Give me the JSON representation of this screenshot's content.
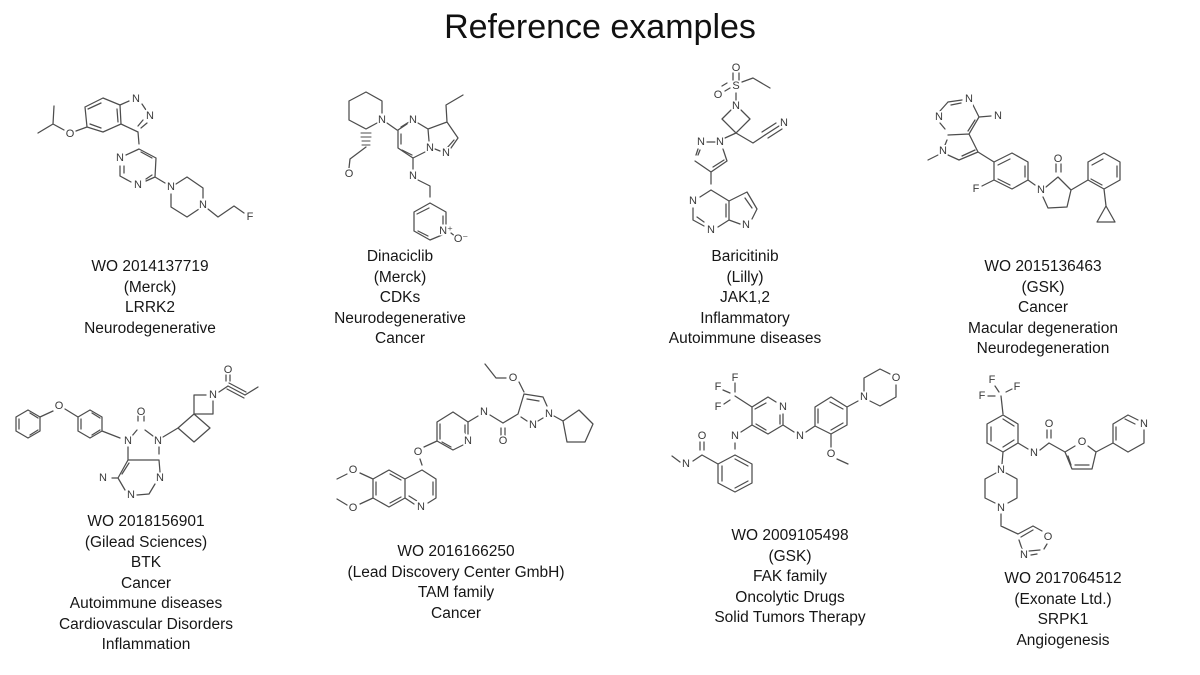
{
  "title": "Reference examples",
  "molecules": [
    {
      "caption": [
        "WO 2014137719",
        "(Merck)",
        "LRRK2",
        "Neurodegenerative"
      ],
      "atoms": [
        "O",
        "N",
        "N",
        "N",
        "N",
        "N",
        "N",
        "F"
      ]
    },
    {
      "caption": [
        "Dinaciclib",
        "(Merck)",
        "CDKs",
        "Neurodegenerative",
        "Cancer"
      ],
      "atoms": [
        "N",
        "O",
        "N",
        "N",
        "N",
        "N",
        "N⁺",
        "O⁻"
      ]
    },
    {
      "caption": [
        "Baricitinib",
        "(Lilly)",
        "JAK1,2",
        "Inflammatory",
        "Autoimmune diseases"
      ],
      "atoms": [
        "O",
        "O",
        "S",
        "N",
        "N",
        "N",
        "N",
        "N",
        "N",
        "N"
      ]
    },
    {
      "caption": [
        "WO 2015136463",
        "(GSK)",
        "Cancer",
        "Macular degeneration",
        "Neurodegeneration"
      ],
      "atoms": [
        "N",
        "N",
        "N",
        "N",
        "F",
        "N",
        "O"
      ]
    },
    {
      "caption": [
        "WO 2018156901",
        "(Gilead Sciences)",
        "BTK",
        "Cancer",
        "Autoimmune diseases",
        "Cardiovascular Disorders",
        "Inflammation"
      ],
      "atoms": [
        "O",
        "N",
        "O",
        "N",
        "N",
        "N",
        "N",
        "N",
        "O"
      ]
    },
    {
      "caption": [
        "WO 2016166250",
        "(Lead Discovery Center GmbH)",
        "TAM family",
        "Cancer"
      ],
      "atoms": [
        "O",
        "N",
        "N",
        "O",
        "N",
        "N",
        "O",
        "N",
        "O",
        "O"
      ]
    },
    {
      "caption": [
        "WO 2009105498",
        "(GSK)",
        "FAK family",
        "Oncolytic Drugs",
        "Solid Tumors Therapy"
      ],
      "atoms": [
        "F",
        "F",
        "F",
        "N",
        "N",
        "O",
        "N",
        "N",
        "O",
        "N",
        "O"
      ]
    },
    {
      "caption": [
        "WO 2017064512",
        "(Exonate Ltd.)",
        "SRPK1",
        "Angiogenesis"
      ],
      "atoms": [
        "F",
        "F",
        "F",
        "N",
        "O",
        "O",
        "N",
        "N",
        "N",
        "O",
        "N"
      ]
    }
  ]
}
